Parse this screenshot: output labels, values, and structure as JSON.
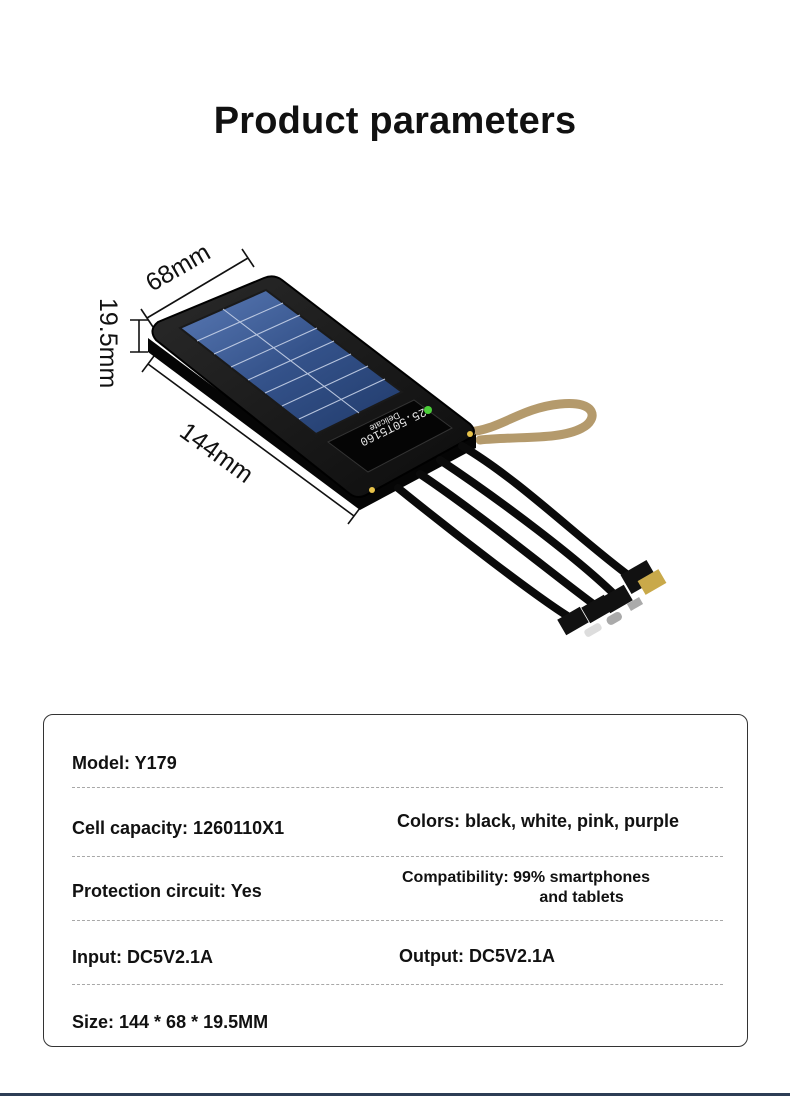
{
  "page": {
    "title": "Product parameters"
  },
  "dimensions": {
    "width": "68mm",
    "thickness": "19.5mm",
    "length": "144mm"
  },
  "device_screen": {
    "brand": "Delicate",
    "readout": "25.50T5160"
  },
  "params": {
    "model": "Model: Y179",
    "cell_capacity": "Cell capacity: 1260110X1",
    "colors": "Colors: black, white, pink, purple",
    "protection": "Protection circuit: Yes",
    "compatibility_label": "Compatibility:",
    "compatibility_line1": "99% smartphones",
    "compatibility_line2": "and tablets",
    "input": "Input: DC5V2.1A",
    "output": "Output: DC5V2.1A",
    "size": "Size: 144 * 68 * 19.5MM"
  },
  "colors": {
    "border": "#333333",
    "divider": "#a8a8a8",
    "accent_bar": "#2d3d55",
    "lanyard": "#b49a6c",
    "solar_panel": "#3b5a92"
  }
}
